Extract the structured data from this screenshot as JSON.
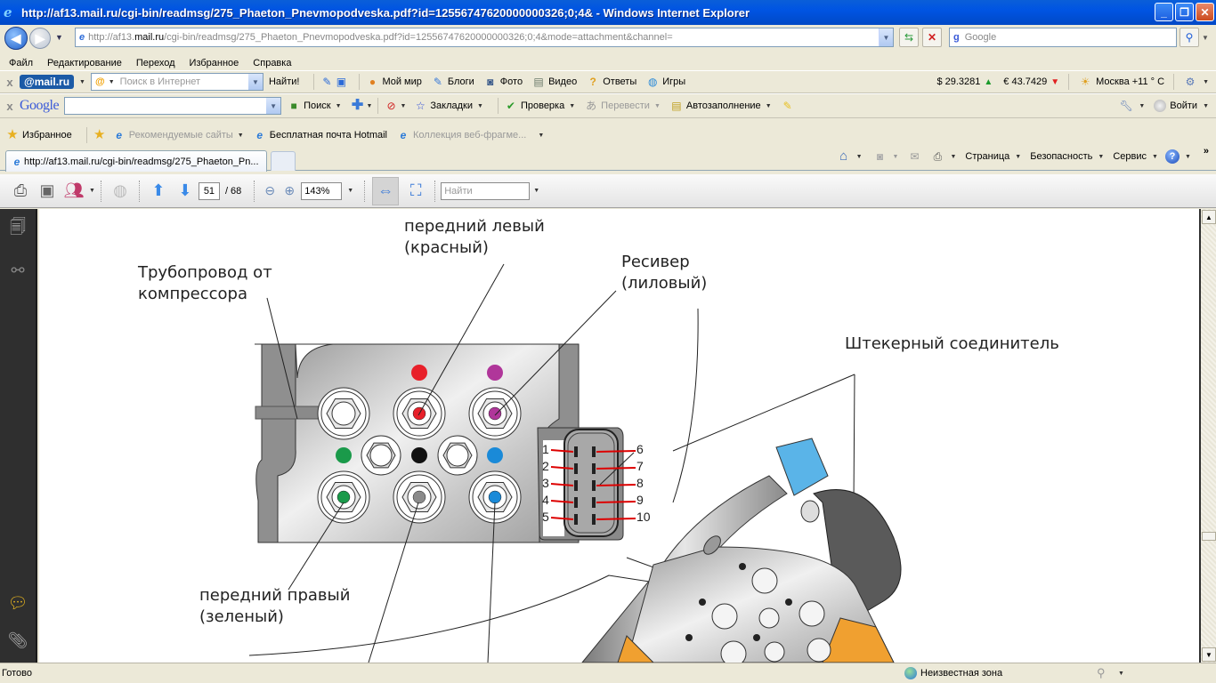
{
  "window": {
    "title": "http://af13.mail.ru/cgi-bin/readmsg/275_Phaeton_Pnevmopodveska.pdf?id=12556747620000000326;0;4& - Windows Internet Explorer",
    "minimize": "_",
    "restore": "❐",
    "close": "✕"
  },
  "nav": {
    "back_icon": "arrow-left",
    "forward_icon": "arrow-right",
    "address_prefix": "http://af13.",
    "address_domain": "mail.ru",
    "address_rest": "/cgi-bin/readmsg/275_Phaeton_Pnevmopodveska.pdf?id=12556747620000000326;0;4&mode=attachment&channel=",
    "search_placeholder": "Google"
  },
  "menu": [
    "Файл",
    "Редактирование",
    "Переход",
    "Избранное",
    "Справка"
  ],
  "mailru_toolbar": {
    "logo": "@mail.ru",
    "search_placeholder": "Поиск в Интернет",
    "find_button": "Найти!",
    "items": [
      "Мой мир",
      "Блоги",
      "Фото",
      "Видео",
      "Ответы",
      "Игры"
    ],
    "usd": "$ 29.3281",
    "eur": "€ 43.7429",
    "weather": "Москва +11 ° C"
  },
  "google_toolbar": {
    "logo": "Google",
    "search_button": "Поиск",
    "bookmarks": "Закладки",
    "check": "Проверка",
    "translate": "Перевести",
    "autofill": "Автозаполнение",
    "signin": "Войти"
  },
  "favorites_bar": {
    "favorites": "Избранное",
    "items": [
      "Рекомендуемые сайты",
      "Бесплатная почта Hotmail",
      "Коллекция веб-фрагме..."
    ]
  },
  "tab": {
    "title": "http://af13.mail.ru/cgi-bin/readmsg/275_Phaeton_Pn..."
  },
  "command_bar": {
    "page": "Страница",
    "safety": "Безопасность",
    "tools": "Сервис",
    "more": "»"
  },
  "pdf_toolbar": {
    "current_page": "51",
    "total_pages": "/ 68",
    "zoom": "143%",
    "find_placeholder": "Найти"
  },
  "document": {
    "label_front_left": [
      "передний левый",
      "(красный)"
    ],
    "label_compressor": [
      "Трубопровод от",
      "компрессора"
    ],
    "label_receiver": [
      "Ресивер",
      "(лиловый)"
    ],
    "label_connector": "Штекерный соединитель",
    "label_front_right": [
      "передний правый",
      "(зеленый)"
    ],
    "pins_left": [
      "1",
      "2",
      "3",
      "4",
      "5"
    ],
    "pins_right": [
      "6",
      "7",
      "8",
      "9",
      "10"
    ],
    "colors": {
      "red": "#e8202a",
      "purple": "#b0369a",
      "green": "#1a9a4a",
      "blue": "#1a8ad8",
      "black": "#111111",
      "gray": "#8a8a8a"
    }
  },
  "status": {
    "text": "Готово",
    "zone": "Неизвестная зона"
  }
}
